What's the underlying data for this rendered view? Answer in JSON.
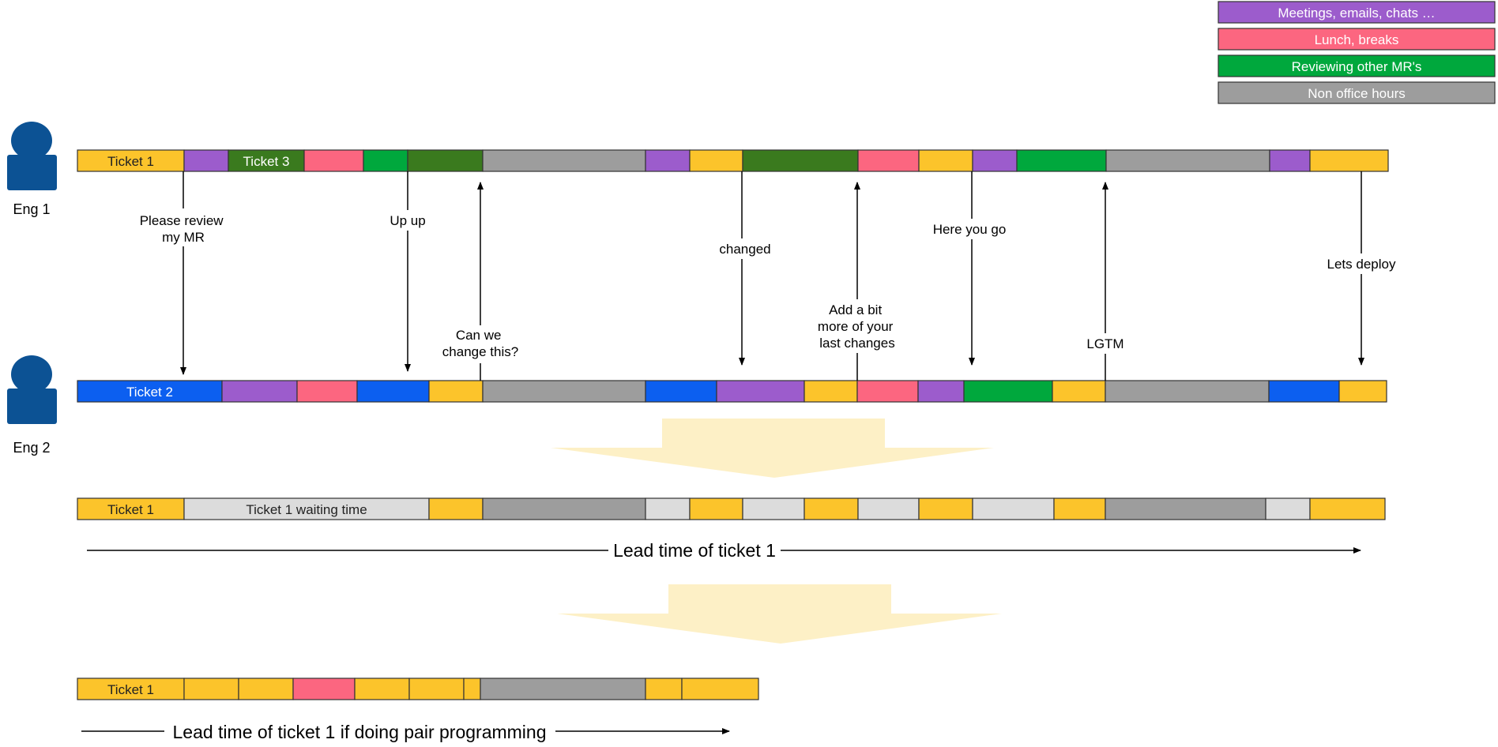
{
  "colors": {
    "ticket_1": "#fcc42b",
    "ticket_2": "#0c5ff0",
    "ticket_3": "#3a7a1e",
    "meetings": "#9c5ccc",
    "lunch": "#fc6680",
    "review": "#00a83d",
    "non_office": "#9d9d9d",
    "waiting": "#dcdcdc",
    "avatar": "#0c5294",
    "flow_arrow": "#fdf0c6"
  },
  "legend": [
    {
      "label": "Meetings, emails, chats …",
      "color_key": "meetings"
    },
    {
      "label": "Lunch, breaks",
      "color_key": "lunch"
    },
    {
      "label": "Reviewing other MR's",
      "color_key": "review"
    },
    {
      "label": "Non office hours",
      "color_key": "non_office"
    }
  ],
  "engineers": [
    {
      "label": "Eng 1",
      "icon": "person-icon"
    },
    {
      "label": "Eng 2",
      "icon": "person-icon"
    }
  ],
  "timelines": {
    "eng1": [
      {
        "c": "ticket_1",
        "label": "Ticket 1"
      },
      {
        "c": "meetings"
      },
      {
        "c": "ticket_3",
        "label": "Ticket 3"
      },
      {
        "c": "lunch"
      },
      {
        "c": "review"
      },
      {
        "c": "ticket_3"
      },
      {
        "c": "non_office"
      },
      {
        "c": "meetings"
      },
      {
        "c": "ticket_1"
      },
      {
        "c": "ticket_3"
      },
      {
        "c": "lunch"
      },
      {
        "c": "ticket_1"
      },
      {
        "c": "meetings"
      },
      {
        "c": "review"
      },
      {
        "c": "non_office"
      },
      {
        "c": "meetings"
      },
      {
        "c": "ticket_1"
      }
    ],
    "eng2": [
      {
        "c": "ticket_2",
        "label": "Ticket 2"
      },
      {
        "c": "meetings"
      },
      {
        "c": "lunch"
      },
      {
        "c": "ticket_2"
      },
      {
        "c": "ticket_1"
      },
      {
        "c": "non_office"
      },
      {
        "c": "ticket_2"
      },
      {
        "c": "meetings"
      },
      {
        "c": "ticket_1"
      },
      {
        "c": "lunch"
      },
      {
        "c": "meetings"
      },
      {
        "c": "review"
      },
      {
        "c": "ticket_1"
      },
      {
        "c": "non_office"
      },
      {
        "c": "ticket_2"
      },
      {
        "c": "ticket_1"
      }
    ],
    "lead": [
      {
        "c": "ticket_1",
        "label": "Ticket 1"
      },
      {
        "c": "waiting",
        "label": "Ticket 1 waiting time"
      },
      {
        "c": "ticket_1"
      },
      {
        "c": "non_office"
      },
      {
        "c": "waiting"
      },
      {
        "c": "ticket_1"
      },
      {
        "c": "waiting"
      },
      {
        "c": "ticket_1"
      },
      {
        "c": "waiting"
      },
      {
        "c": "ticket_1"
      },
      {
        "c": "waiting"
      },
      {
        "c": "ticket_1"
      },
      {
        "c": "non_office"
      },
      {
        "c": "waiting"
      },
      {
        "c": "ticket_1"
      }
    ],
    "pair": [
      {
        "c": "ticket_1",
        "label": "Ticket 1"
      },
      {
        "c": "ticket_1"
      },
      {
        "c": "ticket_1"
      },
      {
        "c": "lunch"
      },
      {
        "c": "ticket_1"
      },
      {
        "c": "ticket_1"
      },
      {
        "c": "ticket_1"
      },
      {
        "c": "non_office"
      },
      {
        "c": "ticket_1"
      },
      {
        "c": "ticket_1"
      }
    ]
  },
  "messages": [
    {
      "text": [
        "Please review",
        "my MR"
      ],
      "direction": "down"
    },
    {
      "text": [
        "Up up"
      ],
      "direction": "down"
    },
    {
      "text": [
        "Can we",
        "change this?"
      ],
      "direction": "up"
    },
    {
      "text": [
        "changed"
      ],
      "direction": "down"
    },
    {
      "text": [
        "Add a bit",
        "more of your",
        "last changes"
      ],
      "direction": "up"
    },
    {
      "text": [
        "Here you go"
      ],
      "direction": "down"
    },
    {
      "text": [
        "LGTM"
      ],
      "direction": "up"
    },
    {
      "text": [
        "Lets deploy"
      ],
      "direction": "down"
    }
  ],
  "lead_time_label": "Lead time of ticket 1",
  "pair_lead_time_label": "Lead time of ticket 1 if doing pair programming"
}
